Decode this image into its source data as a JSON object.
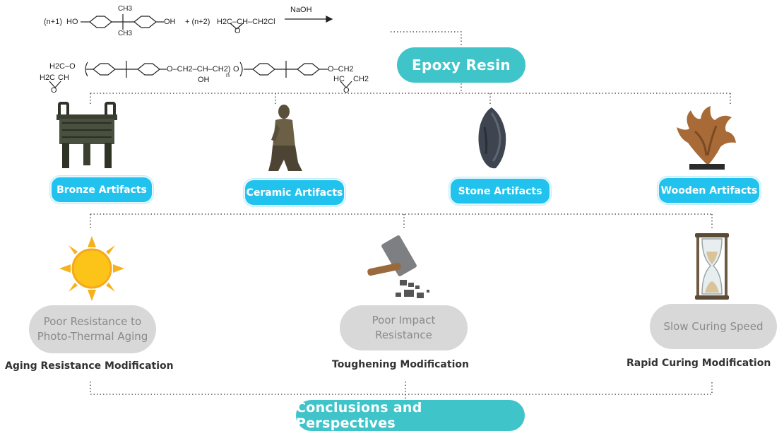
{
  "reaction": {
    "reactant1_coeff": "(n+1)",
    "reactant1_ho": "HO",
    "reactant1_oh": "OH",
    "methyl_top": "CH3",
    "methyl_bottom": "CH3",
    "plus2": "+ (n+2)",
    "epichlorohydrin": "H2C–CH–CH2Cl",
    "epoxide_o": "O",
    "catalyst": "NaOH",
    "product_left_top": "H2C–O",
    "product_left_mid": "CH",
    "product_left_ring": "H2C",
    "product_left_o": "O",
    "product_chain": "O–CH2–CH–CH2)",
    "product_n": "n",
    "product_oh": "OH",
    "product_o": "O",
    "product_right_top": "O–CH2",
    "product_right_mid": "HC",
    "product_right_ring": "CH2",
    "product_right_o": "O"
  },
  "title": "Epoxy Resin",
  "artifacts": [
    {
      "label": "Bronze Artifacts"
    },
    {
      "label": "Ceramic Artifacts"
    },
    {
      "label": "Stone Artifacts"
    },
    {
      "label": "Wooden Artifacts"
    }
  ],
  "problems": [
    {
      "text": "Poor Resistance to Photo-Thermal Aging",
      "solution": "Aging Resistance Modification"
    },
    {
      "text": "Poor Impact Resistance",
      "solution": "Toughening Modification"
    },
    {
      "text": "Slow Curing Speed",
      "solution": "Rapid Curing Modification"
    }
  ],
  "conclusion": "Conclusions and Perspectives",
  "icons": [
    "bronze-ding-icon",
    "terracotta-warrior-icon",
    "stone-icon",
    "wood-root-icon",
    "sun-icon",
    "hammer-icon",
    "hourglass-icon"
  ],
  "colors": {
    "teal": "#3fc4c9",
    "blue": "#21c3ee",
    "grey": "#d8d8d8"
  }
}
